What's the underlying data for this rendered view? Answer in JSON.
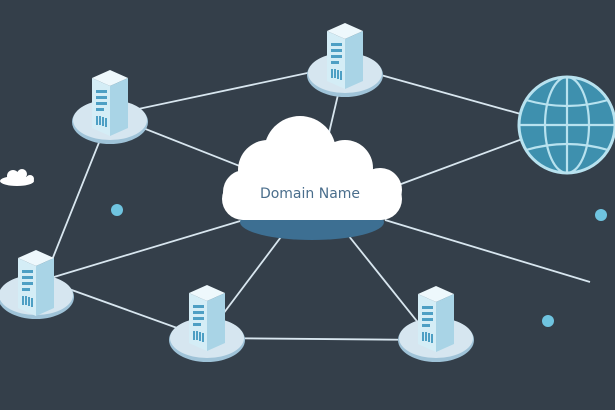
{
  "diagram": {
    "cloud_label": "Domain Name",
    "colors": {
      "background": "#343f4a",
      "link": "#d8e6ef",
      "server_body": "#d4edf6",
      "server_shade": "#a9d4e6",
      "server_detail": "#4d9fc4",
      "pad": "#d6e6f0",
      "pad_edge": "#9fc3d8",
      "cloud": "#ffffff",
      "cloud_shadow": "#3d6f92",
      "globe": "#3e90ae",
      "globe_line": "#b8e2ef",
      "dot": "#6fc4e0"
    },
    "nodes": [
      {
        "name": "server-top-left",
        "icon": "server-icon"
      },
      {
        "name": "server-top-center",
        "icon": "server-icon"
      },
      {
        "name": "server-mid-left",
        "icon": "server-icon"
      },
      {
        "name": "server-bottom-center",
        "icon": "server-icon"
      },
      {
        "name": "server-bottom-right",
        "icon": "server-icon"
      },
      {
        "name": "internet-globe",
        "icon": "globe-icon"
      },
      {
        "name": "domain-name-cloud",
        "icon": "cloud-icon"
      }
    ]
  }
}
